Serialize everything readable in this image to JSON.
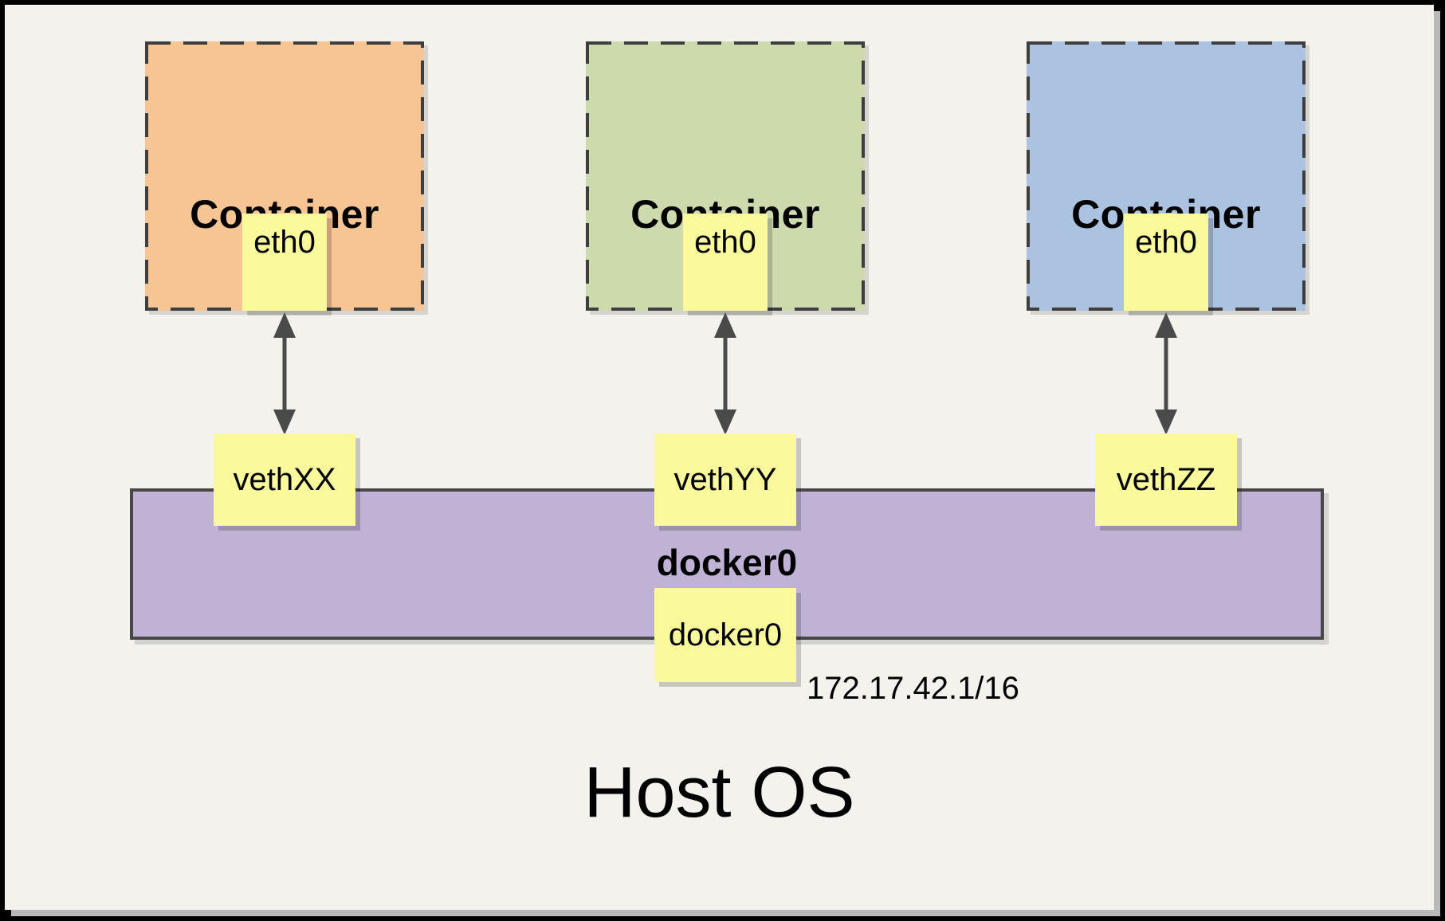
{
  "host": {
    "label": "Host OS"
  },
  "bridge": {
    "name_label": "docker0",
    "interface_box_label": "docker0",
    "ip_address": "172.17.42.1/16",
    "fill": "#BFB2D5"
  },
  "containers": [
    {
      "label": "Container",
      "interface_label": "eth0",
      "veth_label": "vethXX",
      "fill": "#F7C494"
    },
    {
      "label": "Container",
      "interface_label": "eth0",
      "veth_label": "vethYY",
      "fill": "#CDDAAE"
    },
    {
      "label": "Container",
      "interface_label": "eth0",
      "veth_label": "vethZZ",
      "fill": "#ACC2E1"
    }
  ],
  "colors": {
    "panel_background": "#F4F2ED",
    "frame_border": "#000000",
    "frame_shadow": "#B9B9B9",
    "note_yellow": "#FAFA9C",
    "dashed_border": "#3E3E3E",
    "arrow": "#4A4A4A"
  }
}
